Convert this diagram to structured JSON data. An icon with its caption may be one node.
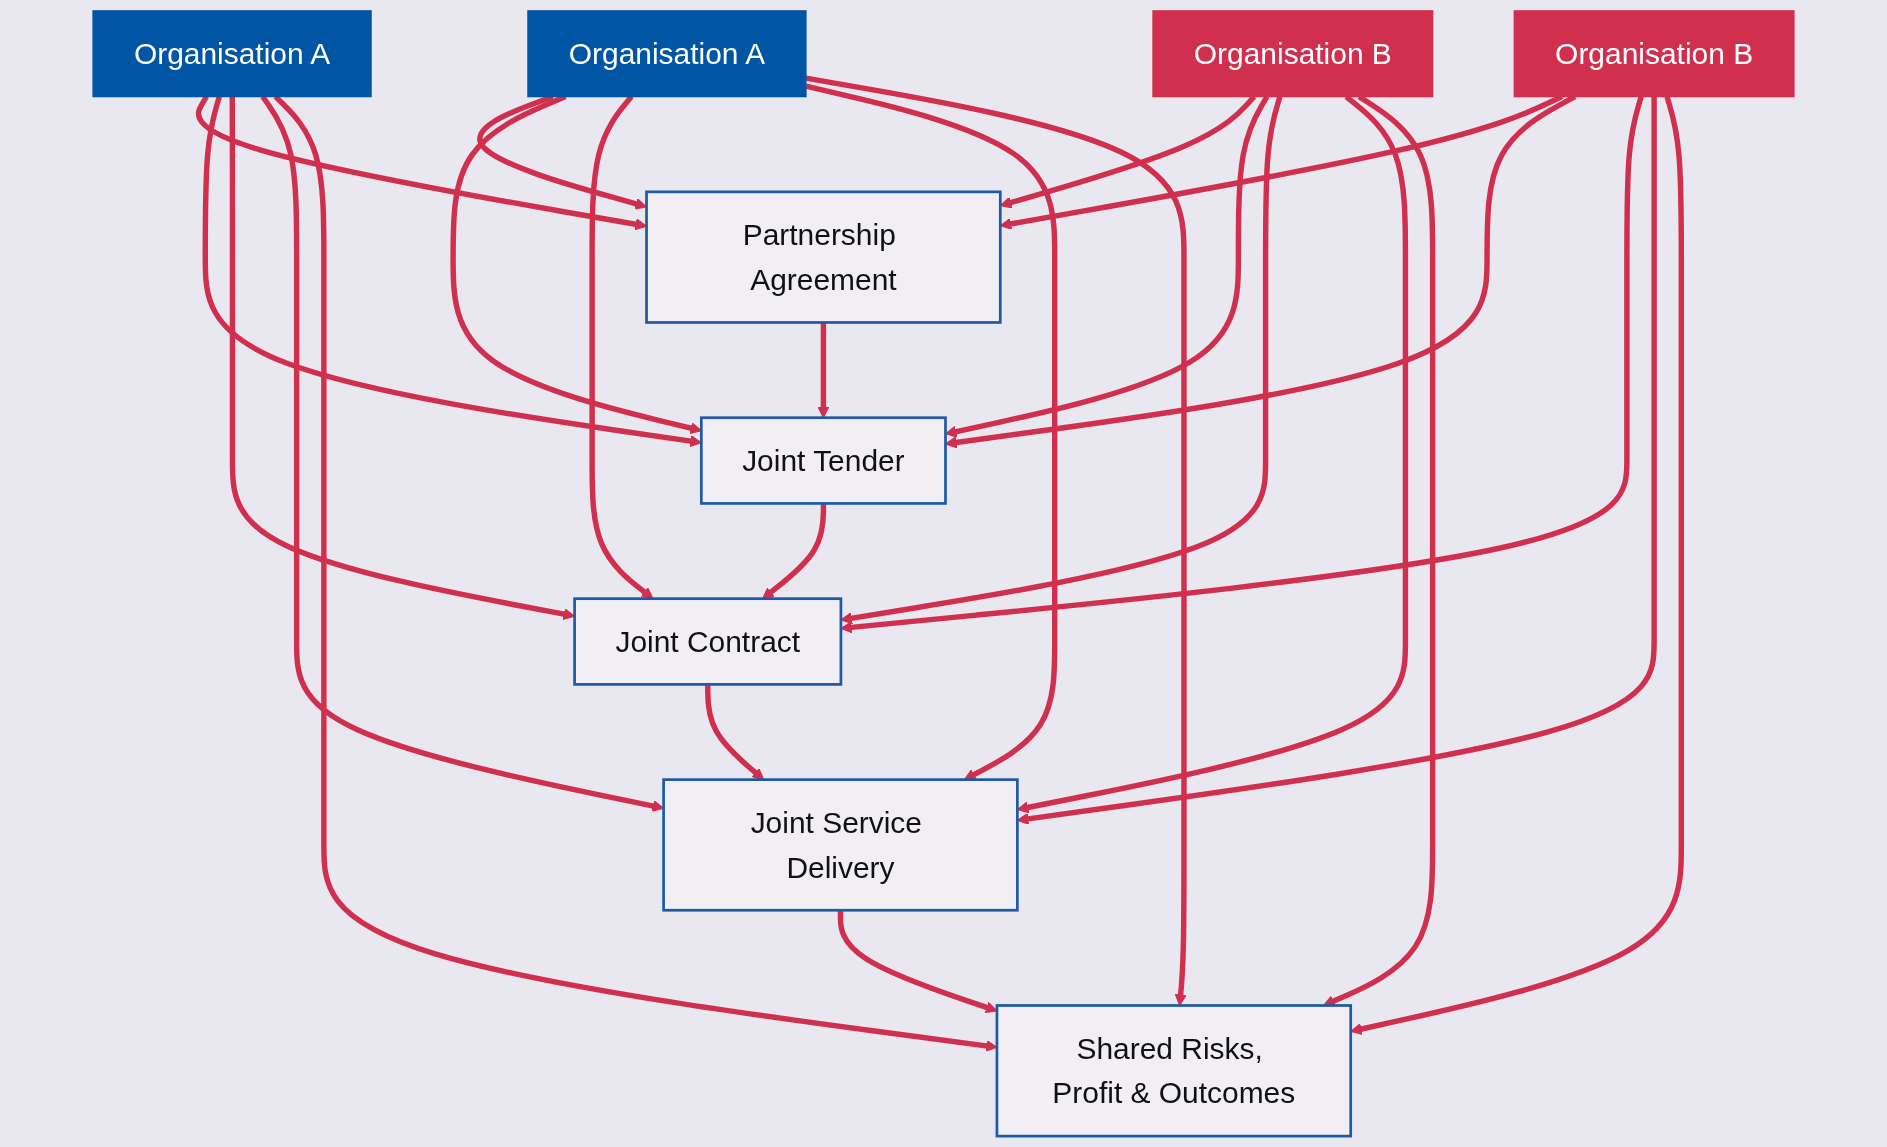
{
  "diagram": {
    "nodes": [
      {
        "text": [
          "Organisation A"
        ]
      },
      {
        "text": [
          "Partnership Agreement"
        ]
      },
      {
        "text": [
          "Organisation B"
        ]
      },
      {
        "text": [
          "Joint Tender"
        ]
      },
      {
        "text": [
          "Joint Contract"
        ]
      },
      {
        "text": [
          "Joint Service Delivery"
        ]
      },
      {
        "text": [
          "Organisation A"
        ]
      },
      {
        "text": [
          "Shared Risks, Profit & Outcomes"
        ]
      },
      {
        "text": [
          "Organisation B"
        ]
      }
    ],
    "edges": [
      {
        "from": 0,
        "to": 1,
        "arrow": "to"
      },
      {
        "from": 0,
        "to": 3,
        "arrow": "to"
      },
      {
        "from": 0,
        "to": 4,
        "arrow": "to"
      },
      {
        "from": 0,
        "to": 5,
        "arrow": "to"
      },
      {
        "from": 0,
        "to": 7,
        "arrow": "to"
      },
      {
        "from": 6,
        "to": 1,
        "arrow": "to"
      },
      {
        "from": 6,
        "to": 3,
        "arrow": "to"
      },
      {
        "from": 6,
        "to": 4,
        "arrow": "to"
      },
      {
        "from": 6,
        "to": 5,
        "arrow": "to"
      },
      {
        "from": 6,
        "to": 7,
        "arrow": "to"
      },
      {
        "from": 2,
        "to": 1,
        "arrow": "to"
      },
      {
        "from": 2,
        "to": 3,
        "arrow": "to"
      },
      {
        "from": 2,
        "to": 4,
        "arrow": "to"
      },
      {
        "from": 2,
        "to": 5,
        "arrow": "to"
      },
      {
        "from": 2,
        "to": 7,
        "arrow": "to"
      },
      {
        "from": 8,
        "to": 1,
        "arrow": "to"
      },
      {
        "from": 8,
        "to": 3,
        "arrow": "to"
      },
      {
        "from": 8,
        "to": 4,
        "arrow": "to"
      },
      {
        "from": 8,
        "to": 5,
        "arrow": "to"
      },
      {
        "from": 8,
        "to": 7,
        "arrow": "to"
      },
      {
        "from": 1,
        "to": 3,
        "arrow": "to"
      },
      {
        "from": 3,
        "to": 4,
        "arrow": "to"
      },
      {
        "from": 4,
        "to": 5,
        "arrow": "to"
      },
      {
        "from": 5,
        "to": 7,
        "arrow": "to"
      }
    ]
  }
}
